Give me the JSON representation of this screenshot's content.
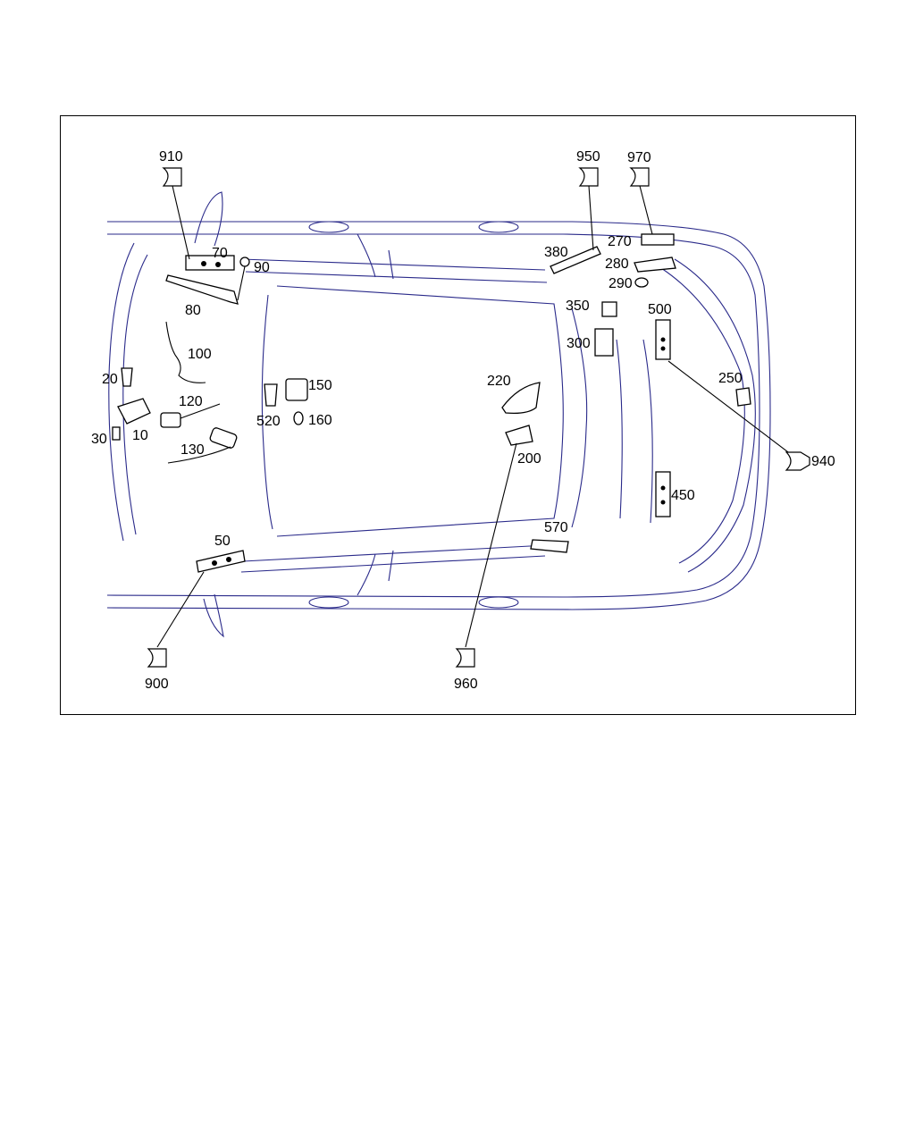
{
  "diagram": {
    "callouts": [
      {
        "id": "910"
      },
      {
        "id": "950"
      },
      {
        "id": "970"
      },
      {
        "id": "70"
      },
      {
        "id": "90"
      },
      {
        "id": "80"
      },
      {
        "id": "100"
      },
      {
        "id": "20"
      },
      {
        "id": "120"
      },
      {
        "id": "10"
      },
      {
        "id": "30"
      },
      {
        "id": "130"
      },
      {
        "id": "520"
      },
      {
        "id": "150"
      },
      {
        "id": "160"
      },
      {
        "id": "220"
      },
      {
        "id": "200"
      },
      {
        "id": "380"
      },
      {
        "id": "270"
      },
      {
        "id": "280"
      },
      {
        "id": "290"
      },
      {
        "id": "350"
      },
      {
        "id": "300"
      },
      {
        "id": "500"
      },
      {
        "id": "250"
      },
      {
        "id": "940"
      },
      {
        "id": "450"
      },
      {
        "id": "570"
      },
      {
        "id": "50"
      },
      {
        "id": "900"
      },
      {
        "id": "960"
      }
    ]
  }
}
